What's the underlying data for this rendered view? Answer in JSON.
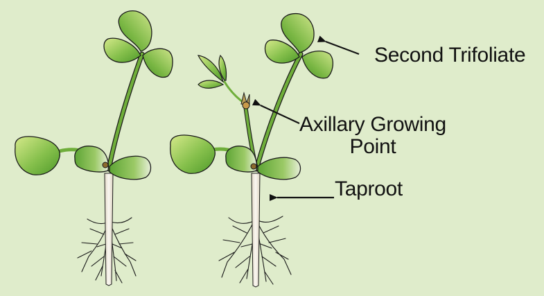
{
  "background_color": "#dfeccb",
  "colors": {
    "leaf_light": "#c8e07a",
    "leaf_dark": "#4f9a2a",
    "stem": "#6fae3a",
    "root": "#f1ece2",
    "label": "#111111"
  },
  "labels": {
    "second_trifoliate": "Second Trifoliate",
    "axillary_line1": "Axillary Growing",
    "axillary_line2": "Point",
    "taproot": "Taproot"
  },
  "icons": [
    "arrow-icon"
  ]
}
